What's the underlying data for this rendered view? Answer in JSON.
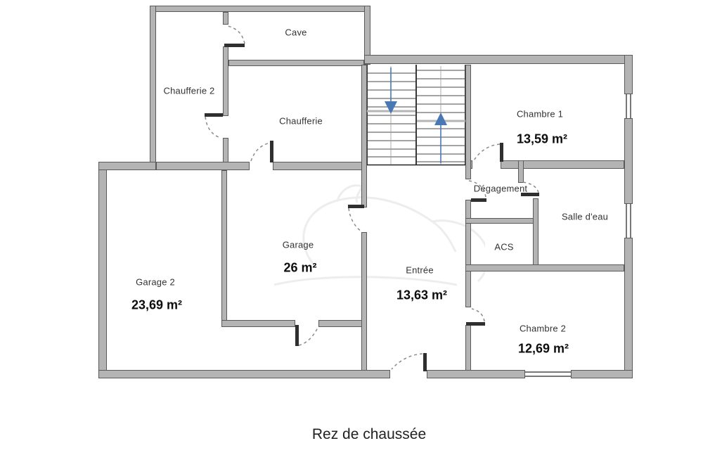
{
  "plan": {
    "title": "Rez de chaussée",
    "rooms": [
      {
        "id": "cave",
        "label": "Cave"
      },
      {
        "id": "chaufferie2",
        "label": "Chaufferie 2"
      },
      {
        "id": "chaufferie",
        "label": "Chaufferie"
      },
      {
        "id": "chambre1",
        "label": "Chambre 1",
        "area": "13,59 m²"
      },
      {
        "id": "degagement",
        "label": "Dégagement"
      },
      {
        "id": "salle-deau",
        "label": "Salle d'eau"
      },
      {
        "id": "acs",
        "label": "ACS"
      },
      {
        "id": "garage",
        "label": "Garage",
        "area": "26 m²"
      },
      {
        "id": "garage2",
        "label": "Garage 2",
        "area": "23,69 m²"
      },
      {
        "id": "entree",
        "label": "Entrée",
        "area": "13,63 m²"
      },
      {
        "id": "chambre2",
        "label": "Chambre 2",
        "area": "12,69 m²"
      }
    ],
    "stairs": {
      "left_flight_direction": "down",
      "right_flight_direction": "up",
      "arrow_color": "#4a78b5"
    },
    "colors": {
      "wall_fill": "#b4b4b4",
      "wall_stroke": "#5a5a5a",
      "door_line": "#2f2f2f",
      "text": "#333333"
    }
  }
}
